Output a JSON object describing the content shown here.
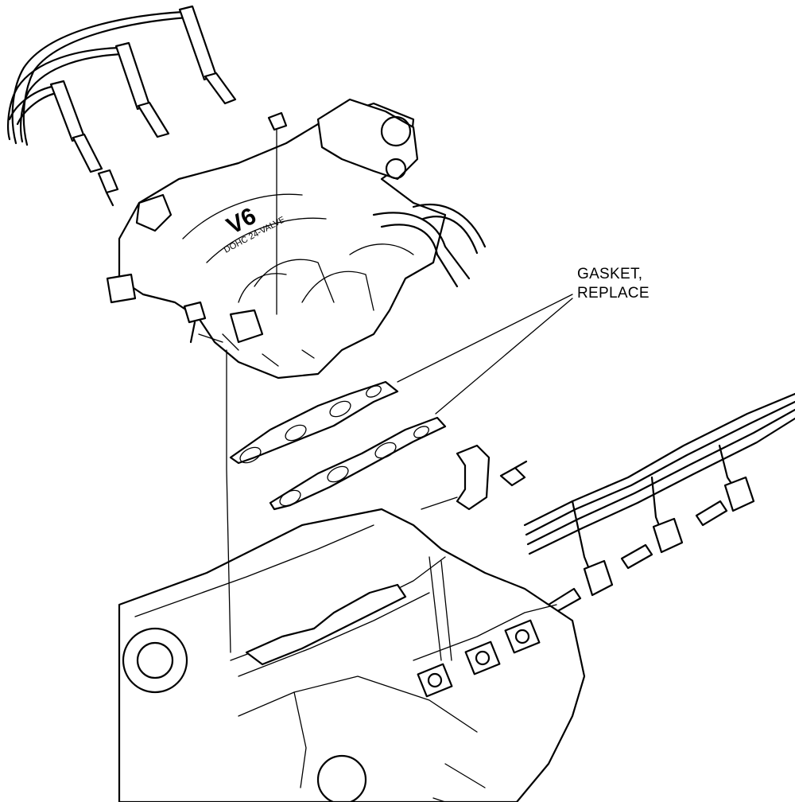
{
  "callout": {
    "line1": "GASKET,",
    "line2": "REPLACE"
  },
  "manifold_emblem": "V6",
  "manifold_subtext": "DOHC 24-VALVE"
}
